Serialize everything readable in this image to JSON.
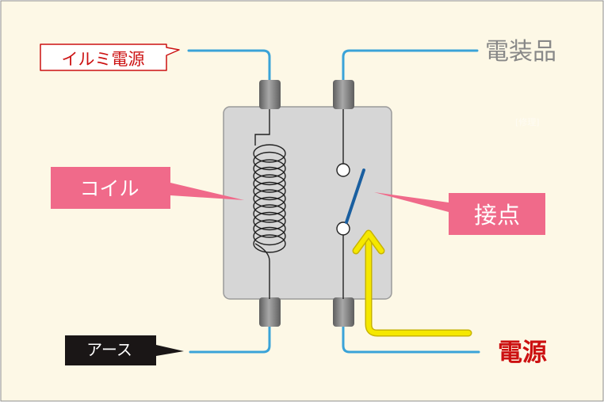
{
  "labels": {
    "illumi_power": "イルミ電源",
    "coil": "コイル",
    "contact": "接点",
    "earth": "アース",
    "electrical_equipment": "電装品",
    "power": "電源",
    "watermark": "[修理]"
  },
  "colors": {
    "background": "#fdf8e6",
    "wire": "#3aa3d8",
    "relay_body": "#d6d6d6",
    "terminal": "#8a8a8a",
    "pink_callout": "#f06a8a",
    "red_text": "#cc1111",
    "gray_text": "#888888",
    "current_arrow": "#f5e800",
    "switch_blade": "#1a5fa0",
    "black_callout": "#1a1616"
  }
}
